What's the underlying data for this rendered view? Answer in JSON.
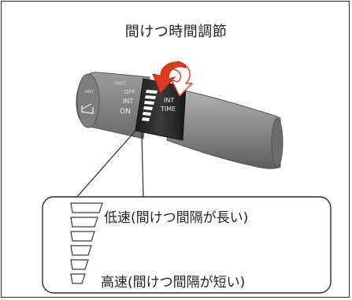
{
  "title": "間けつ時間調節",
  "lever": {
    "mist_label": "MIST",
    "off_label": "OFF",
    "int_label": "INT",
    "on_label": "ON",
    "knob_label_line1": "INT",
    "knob_label_line2": "TIME"
  },
  "legend": {
    "low_label": "低速(間けつ間隔が長い)",
    "high_label": "高速(間けつ間隔が短い)"
  },
  "colors": {
    "arrow_red": "#e03a1e",
    "lever_gray": "#8a8a8a",
    "knob_dark": "#2b2b2b"
  }
}
